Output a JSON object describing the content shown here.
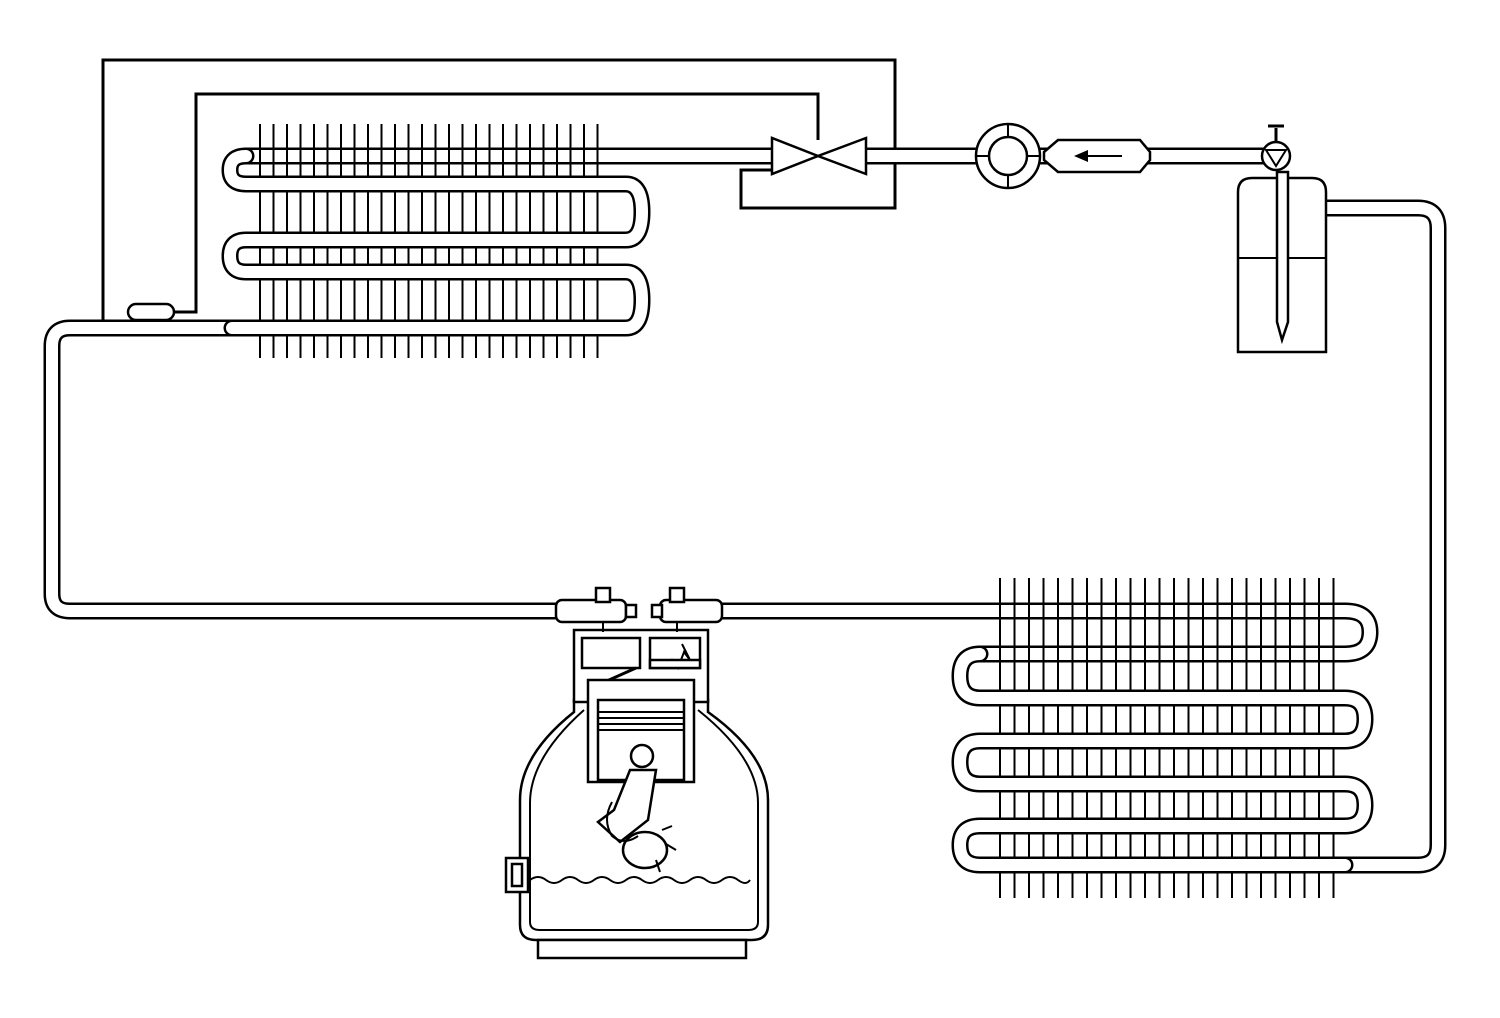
{
  "diagram": {
    "type": "refrigeration-cycle-schematic",
    "colors": {
      "line": "#000000",
      "background": "#ffffff"
    },
    "components": [
      {
        "id": "evaporator",
        "kind": "finned-coil",
        "passes": 4
      },
      {
        "id": "expansion-valve",
        "kind": "thermostatic-expansion-valve"
      },
      {
        "id": "sight-glass",
        "kind": "sight-glass"
      },
      {
        "id": "filter-drier",
        "kind": "filter-drier",
        "flow_arrow": "left"
      },
      {
        "id": "receiver",
        "kind": "liquid-receiver-with-service-valve"
      },
      {
        "id": "condenser",
        "kind": "finned-coil",
        "passes": 6
      },
      {
        "id": "compressor",
        "kind": "reciprocating-compressor"
      },
      {
        "id": "sensing-bulb",
        "kind": "thermal-bulb"
      }
    ],
    "connections": [
      {
        "from": "evaporator",
        "to": "compressor",
        "line": "suction-line"
      },
      {
        "from": "compressor",
        "to": "condenser",
        "line": "discharge-line"
      },
      {
        "from": "condenser",
        "to": "receiver",
        "line": "liquid-line"
      },
      {
        "from": "receiver",
        "to": "filter-drier",
        "line": "liquid-line"
      },
      {
        "from": "filter-drier",
        "to": "sight-glass",
        "line": "liquid-line"
      },
      {
        "from": "sight-glass",
        "to": "expansion-valve",
        "line": "liquid-line"
      },
      {
        "from": "expansion-valve",
        "to": "evaporator",
        "line": "liquid-line"
      },
      {
        "from": "sensing-bulb",
        "to": "expansion-valve",
        "line": "capillary"
      },
      {
        "from": "evaporator",
        "to": "expansion-valve",
        "line": "external-equalizer"
      }
    ]
  }
}
